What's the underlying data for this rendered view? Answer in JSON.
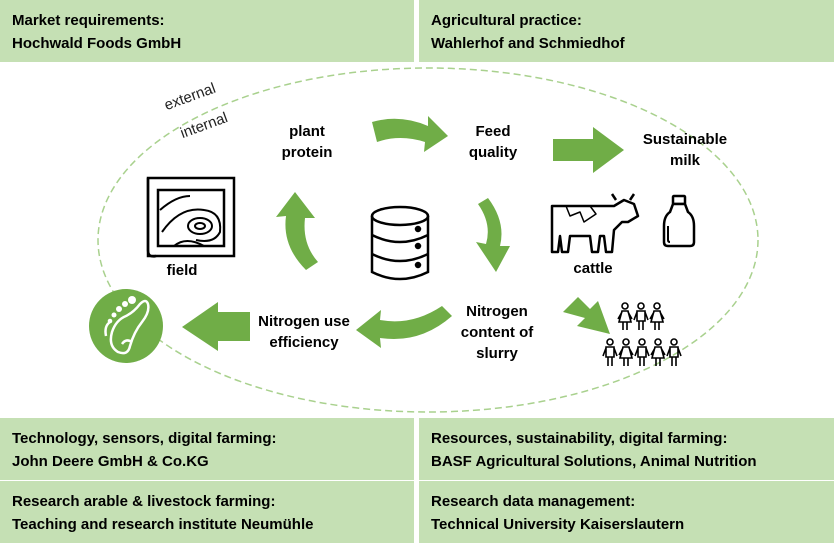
{
  "boxes": {
    "top_left": {
      "title": "Market requirements:",
      "subtitle": "Hochwald Foods GmbH"
    },
    "top_right": {
      "title": "Agricultural practice:",
      "subtitle": "Wahlerhof and Schmiedhof"
    },
    "mid_left": {
      "title": "Technology, sensors, digital farming:",
      "subtitle": "John Deere GmbH & Co.KG"
    },
    "mid_right": {
      "title": "Resources, sustainability, digital farming:",
      "subtitle": "BASF Agricultural Solutions, Animal Nutrition"
    },
    "bottom_left": {
      "title": "Research arable & livestock farming:",
      "subtitle": "Teaching and research institute Neumühle"
    },
    "bottom_right": {
      "title": "Research data management:",
      "subtitle": "Technical University Kaiserslautern"
    }
  },
  "boundary": {
    "external": "external",
    "internal": "internal"
  },
  "cycle": {
    "plant_protein": [
      "plant",
      "protein"
    ],
    "feed_quality": [
      "Feed",
      "quality"
    ],
    "nitrogen_slurry": [
      "Nitrogen",
      "content of",
      "slurry"
    ],
    "nitrogen_efficiency": [
      "Nitrogen use",
      "efficiency"
    ]
  },
  "outputs": {
    "milk": [
      "Sustainable",
      "milk"
    ],
    "cattle": "cattle",
    "field": "field"
  },
  "icons": [
    "field-map-icon",
    "database-icon",
    "cow-icon",
    "milk-bottle-icon",
    "people-icon",
    "footprint-icon"
  ],
  "colors": {
    "box_fill": "#c5e0b4",
    "arrow": "#70ad47",
    "ellipse": "#a9d18e"
  }
}
